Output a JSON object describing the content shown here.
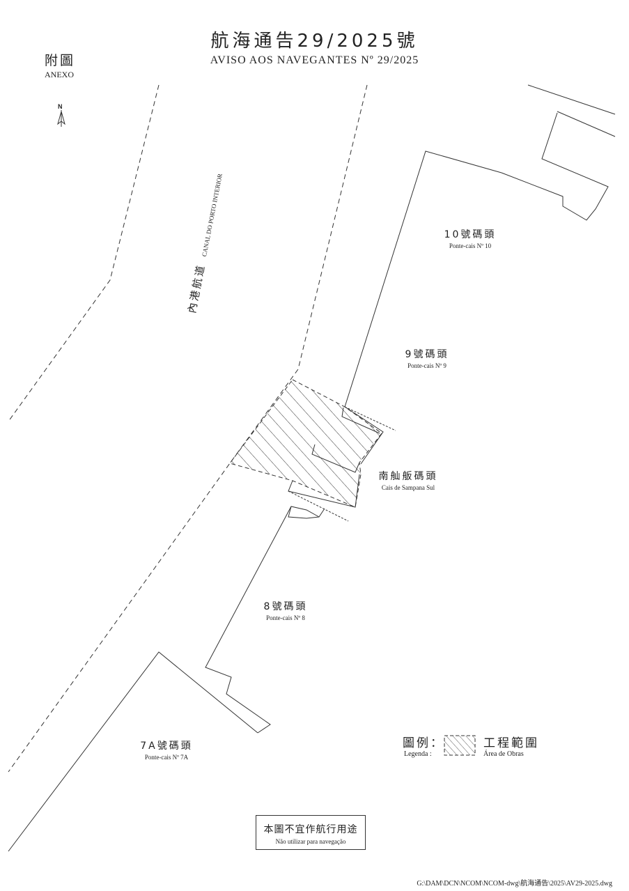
{
  "title": {
    "cn": "航海通告29/2025號",
    "pt": "AVISO AOS NAVEGANTES Nº 29/2025"
  },
  "annex": {
    "cn": "附圖",
    "pt": "ANEXO"
  },
  "north_label": "N",
  "canal": {
    "cn": "內港航道",
    "pt": "CANAL DO PORTO INTERIOR"
  },
  "piers": {
    "pier10": {
      "cn": "10號碼頭",
      "pt": "Ponte-cais Nº 10"
    },
    "pier9": {
      "cn": "9號碼頭",
      "pt": "Ponte-cais Nº 9"
    },
    "sampana": {
      "cn": "南舢舨碼頭",
      "pt": "Cais de Sampana Sul"
    },
    "pier8": {
      "cn": "8號碼頭",
      "pt": "Ponte-cais Nº 8"
    },
    "pier7a": {
      "cn": "7A號碼頭",
      "pt": "Ponte-cais Nº 7A"
    }
  },
  "legend": {
    "title_cn": "圖例：",
    "title_pt": "Legenda :",
    "works_cn": "工程範圍",
    "works_pt": "Área de Obras"
  },
  "notice": {
    "cn": "本圖不宜作航行用途",
    "pt": "Não utilizar para navegação"
  },
  "footer": "G:\\DAM\\DCN\\NCOM\\NCOM-dwg\\航海通告\\2025\\AV29-2025.dwg",
  "colors": {
    "line": "#333333",
    "background": "#ffffff"
  }
}
